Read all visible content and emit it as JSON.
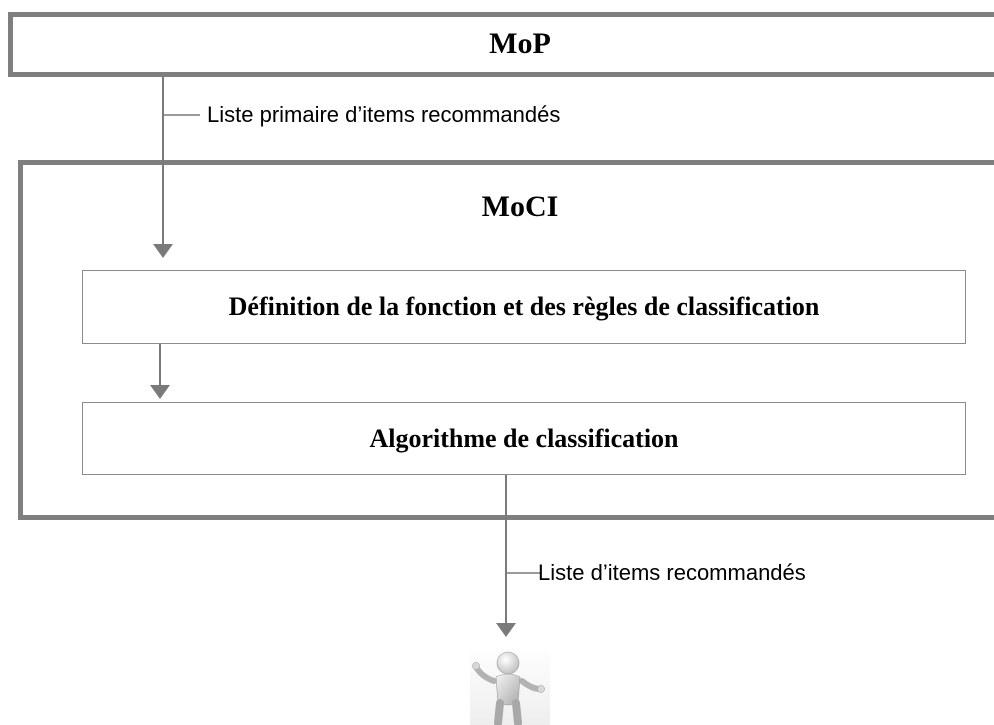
{
  "mop": {
    "title": "MoP"
  },
  "moci": {
    "title": "MoCI",
    "steps": [
      {
        "label": "Définition de la fonction et des règles de classification"
      },
      {
        "label": "Algorithme de classification"
      }
    ]
  },
  "edges": {
    "primary_list_label": "Liste primaire d’items recommandés",
    "final_list_label": "Liste d’items recommandés"
  },
  "user": {
    "icon": "user-figure-icon"
  },
  "colors": {
    "box_border": "#7f7f7f",
    "step_border": "#8c8c8c",
    "arrow": "#7a7a7a",
    "text": "#000000"
  }
}
